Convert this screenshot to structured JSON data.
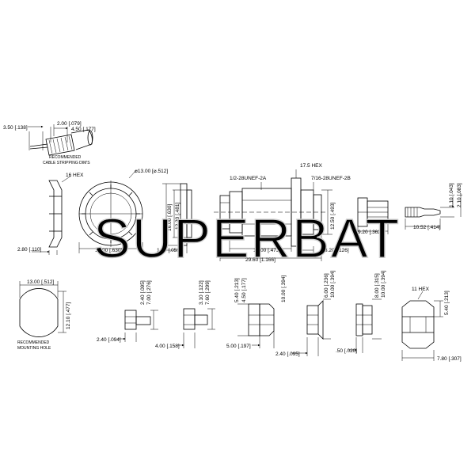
{
  "watermark": "SUPERBAT",
  "cable": {
    "dim_left": "3.50 [.138]",
    "dim_top": "2.00 [.079]",
    "dim_right": "4.50 [.177]",
    "caption_line1": "RECOMMENDED",
    "caption_line2": "CABLE STRIPPING DIM'S"
  },
  "nut": {
    "hex_label": "16 HEX",
    "dim_bottom": "2.80 [.110]"
  },
  "washer": {
    "dia_label": "⌀13.00 [⌀.512]",
    "dim_bottom": "16.00 [.630]"
  },
  "side_plate": {
    "dim_outer": "16.00 [.630]",
    "dim_inner": "12.20 [.481]",
    "dim_bottom": "1.50 [.059]"
  },
  "body": {
    "hex_label": "17.5 HEX",
    "thread_left": "1/2-28UNEF-2A",
    "thread_right": "7/16-28UNEF-2B",
    "dim_height": "12.50 [.493]",
    "dim_flange": "3.20 [.126]",
    "dim_inner": "12.00 [.473]",
    "dim_total": "29.60 [1.166]"
  },
  "pin": {
    "dim_bottom": "9.20 [.362]"
  },
  "contact": {
    "dim_top_small": "1.10 [.043]",
    "dim_top_large": "2.10 [.083]",
    "dim_bottom": "10.52 [.414]"
  },
  "mount_hole": {
    "dim_top": "13.00 [.512]",
    "dim_side": "12.10 [.477]",
    "caption_line1": "RECOMMENDED",
    "caption_line2": "MOUNTING HOLE"
  },
  "ferrule1": {
    "dim_a": "2.40 [.095]",
    "dim_b": "7.00 [.276]",
    "dim_bottom": "2.40 [.094]"
  },
  "ferrule2": {
    "dim_a": "3.10 [.122]",
    "dim_b": "7.60 [.299]",
    "dim_bottom": "4.00 [.158]"
  },
  "insulator1": {
    "dim_a": "5.40 [.213]",
    "dim_b": "4.50 [.177]",
    "dim_c": "10.00 [.394]",
    "dim_bottom": "5.00 [.197]"
  },
  "insulator2": {
    "dim_a": "6.00 [.236]",
    "dim_b": "10.00 [.394]",
    "dim_bottom": "2.40 [.095]"
  },
  "insulator3": {
    "dim_a": "8.00 [.315]",
    "dim_b": "10.00 [.394]",
    "dim_bottom": ".50 [.020]"
  },
  "back_nut": {
    "hex_label": "11 HEX",
    "dim_side": "5.40 [.213]",
    "dim_bottom": "7.80 [.307]"
  }
}
